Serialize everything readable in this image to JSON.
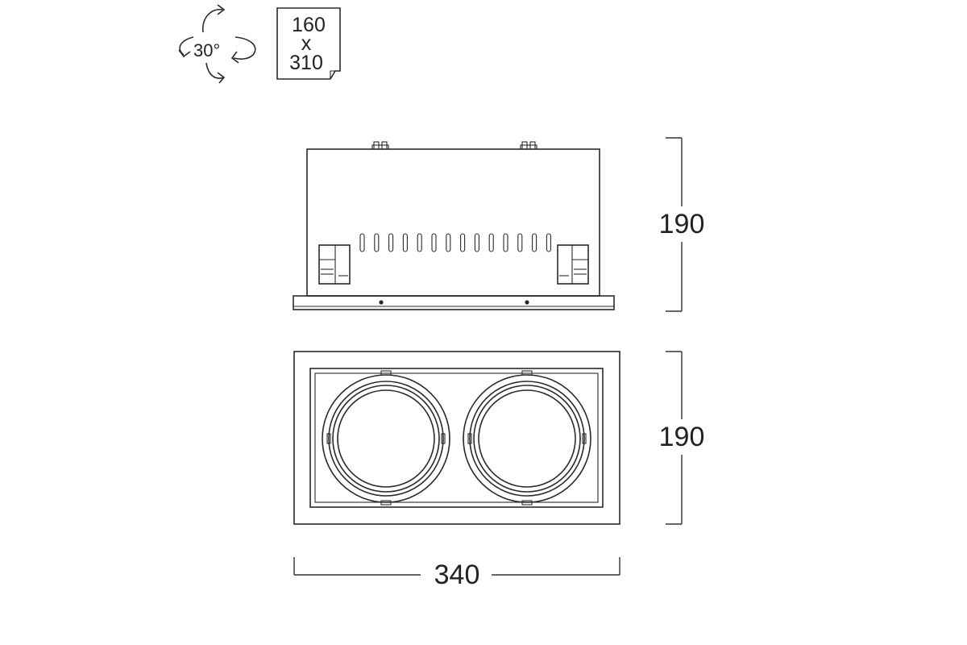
{
  "tilt_icon": {
    "angle_label": "30°",
    "icon": "rotation-arrows-icon"
  },
  "cutout_icon": {
    "line1": "160",
    "line2": "x",
    "line3": "310",
    "icon": "cutout-size-icon"
  },
  "dimensions": {
    "side_height": "190",
    "front_height": "190",
    "width": "340"
  },
  "colors": {
    "stroke": "#2a2a2a",
    "background": "#ffffff"
  }
}
